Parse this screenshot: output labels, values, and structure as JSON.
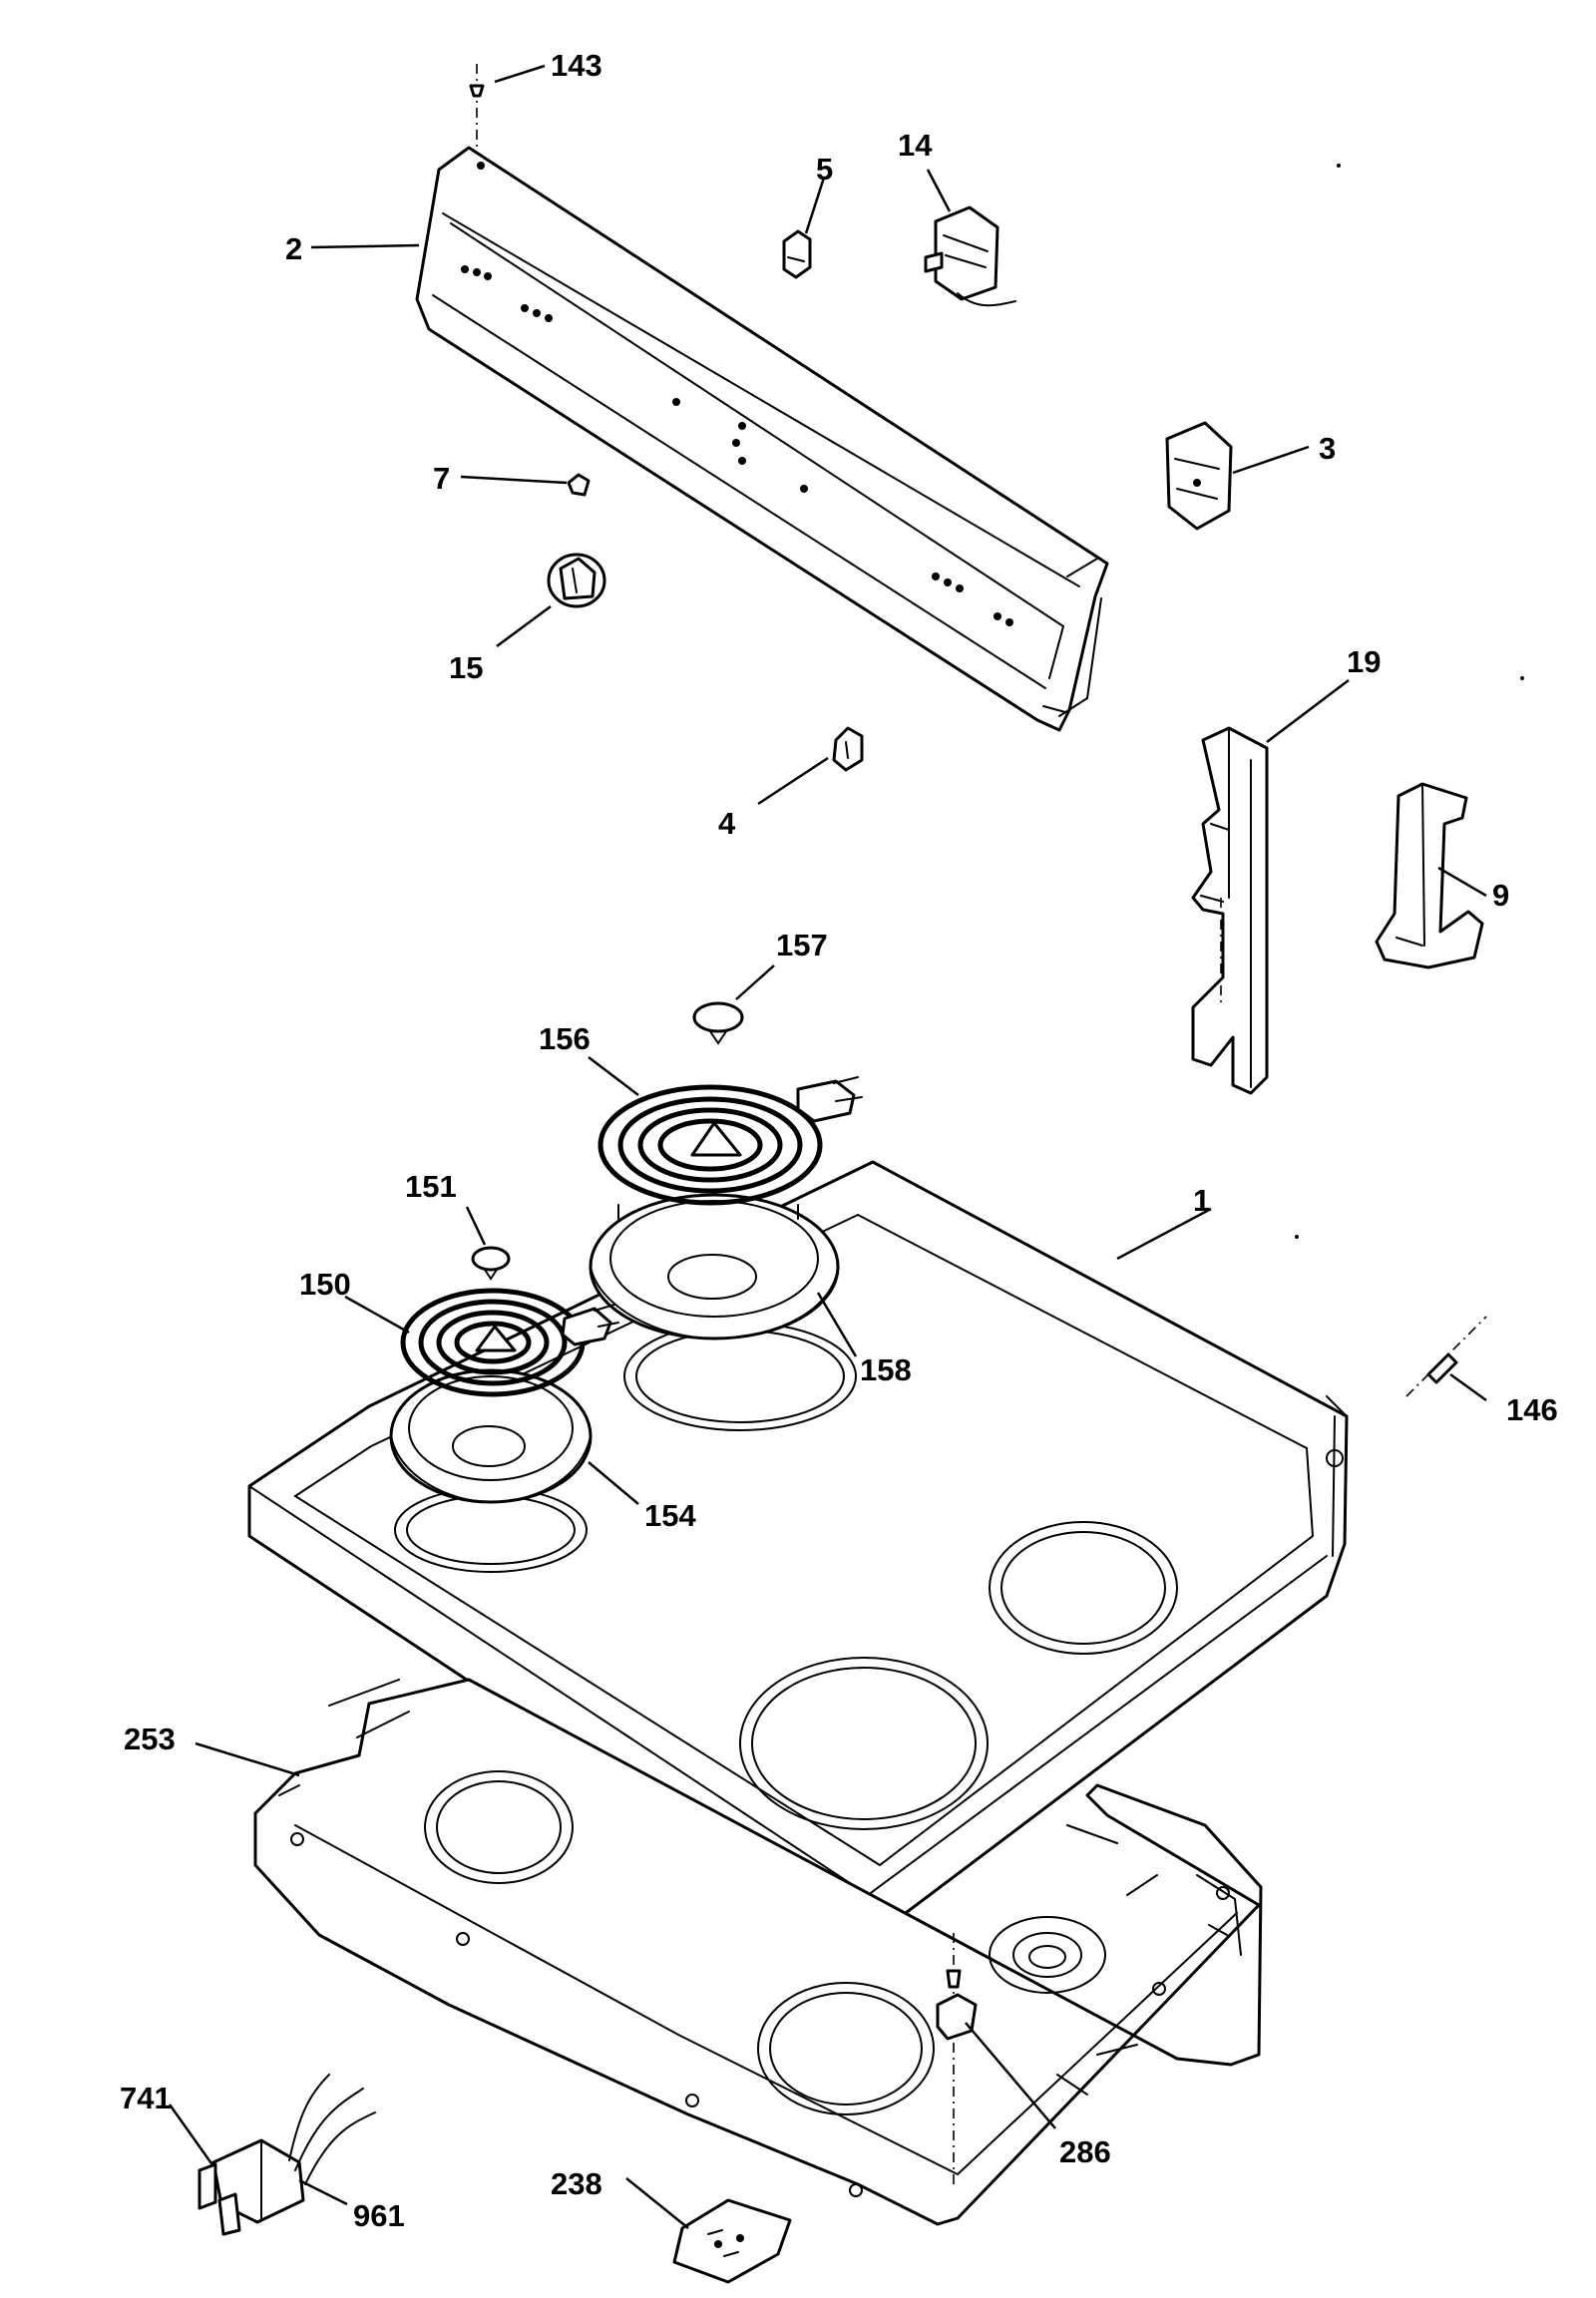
{
  "callouts": {
    "c143": "143",
    "c2": "2",
    "c5": "5",
    "c14": "14",
    "c3": "3",
    "c7": "7",
    "c15": "15",
    "c19": "19",
    "c4": "4",
    "c9": "9",
    "c157": "157",
    "c156": "156",
    "c151": "151",
    "c1": "1",
    "c150": "150",
    "c158": "158",
    "c146": "146",
    "c154": "154",
    "c253": "253",
    "c741": "741",
    "c961": "961",
    "c238": "238",
    "c286": "286"
  }
}
